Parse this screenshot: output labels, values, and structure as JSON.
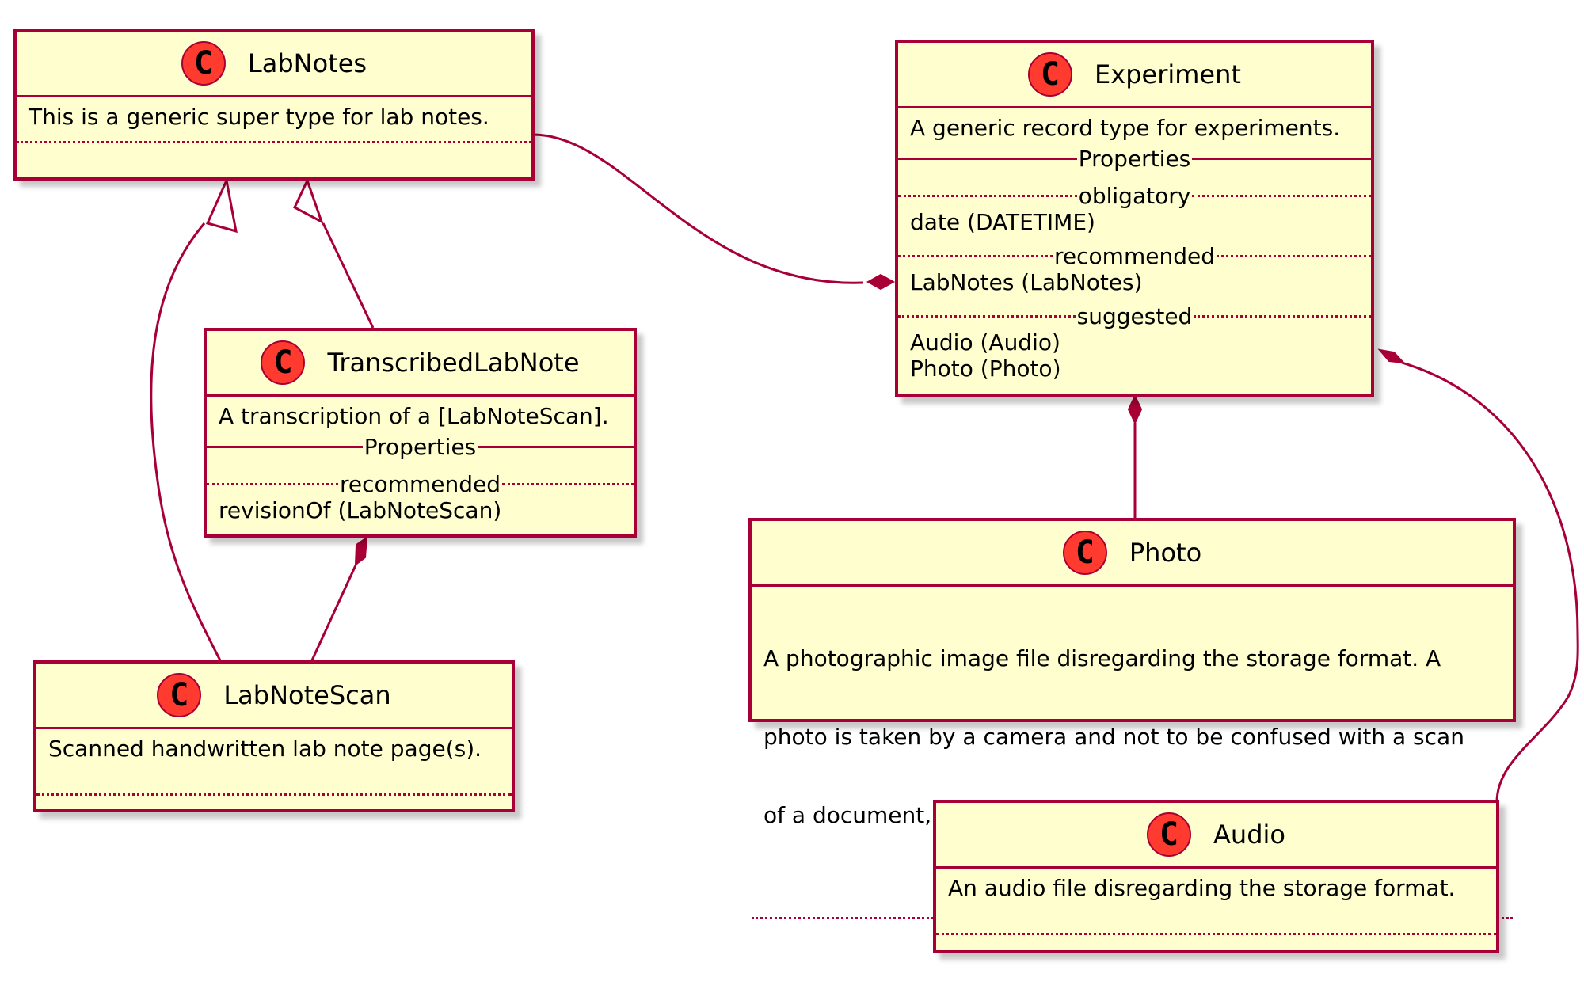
{
  "classes": {
    "labnotes": {
      "name": "LabNotes",
      "icon": "C",
      "description": "This is a generic super type for lab notes."
    },
    "experiment": {
      "name": "Experiment",
      "icon": "C",
      "description": "A generic record type for experiments.",
      "section": "Properties",
      "obligatory_label": "obligatory",
      "obligatory": [
        "date (DATETIME)"
      ],
      "recommended_label": "recommended",
      "recommended": [
        "LabNotes (LabNotes)"
      ],
      "suggested_label": "suggested",
      "suggested": [
        "Audio (Audio)",
        "Photo (Photo)"
      ]
    },
    "transcribed": {
      "name": "TranscribedLabNote",
      "icon": "C",
      "description": "A transcription of a [LabNoteScan].",
      "section": "Properties",
      "recommended_label": "recommended",
      "recommended": [
        "revisionOf (LabNoteScan)"
      ]
    },
    "photo": {
      "name": "Photo",
      "icon": "C",
      "description_lines": [
        "A photographic image file disregarding the storage format. A",
        "photo is taken by a camera and not to be confused with a scan",
        "of a document, a video, a drawing, etc..."
      ]
    },
    "labnotescan": {
      "name": "LabNoteScan",
      "icon": "C",
      "description": "Scanned handwritten lab note page(s)."
    },
    "audio": {
      "name": "Audio",
      "icon": "C",
      "description": "An audio file disregarding the storage format."
    }
  },
  "relations": [
    {
      "from": "LabNotes",
      "to": "Experiment",
      "type": "composition"
    },
    {
      "from": "TranscribedLabNote",
      "to": "LabNotes",
      "type": "inheritance"
    },
    {
      "from": "LabNoteScan",
      "to": "LabNotes",
      "type": "inheritance"
    },
    {
      "from": "LabNoteScan",
      "to": "TranscribedLabNote",
      "type": "composition"
    },
    {
      "from": "Photo",
      "to": "Experiment",
      "type": "composition"
    },
    {
      "from": "Audio",
      "to": "Experiment",
      "type": "composition"
    }
  ],
  "colors": {
    "border": "#a80036",
    "fill": "#fefece",
    "icon_fill": "#ff3b30"
  }
}
